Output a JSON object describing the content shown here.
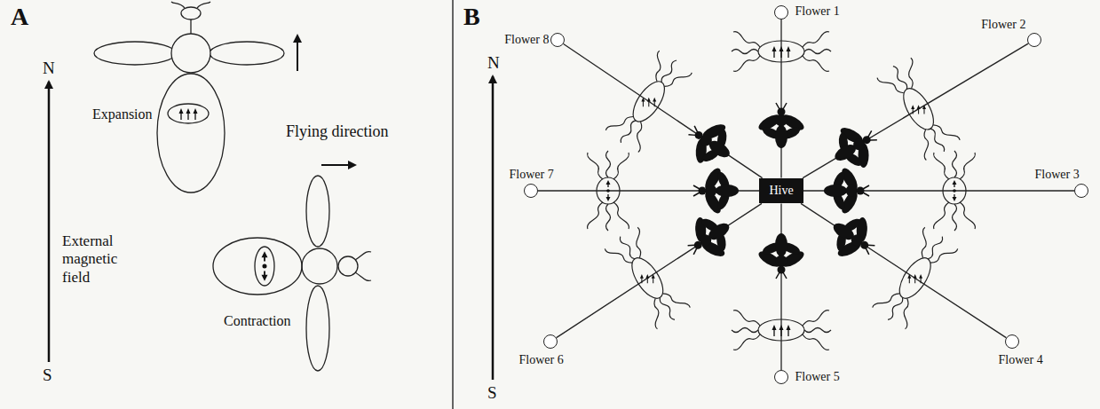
{
  "diagram": {
    "nodes": [
      {
        "text": [
          "Flower 1"
        ]
      },
      {
        "text": [
          "Flower 2"
        ]
      },
      {
        "text": [
          "Flower 3"
        ]
      },
      {
        "text": [
          "Flower 4"
        ]
      },
      {
        "text": [
          "Flower 5"
        ]
      },
      {
        "text": [
          "Flower 6"
        ]
      },
      {
        "text": [
          "Flower 7"
        ]
      },
      {
        "text": [
          "Flower 8"
        ]
      },
      {
        "text": [
          "Hive"
        ]
      }
    ],
    "edges": [
      {
        "from": 8,
        "to": 0,
        "arrow": "none"
      },
      {
        "from": 8,
        "to": 1,
        "arrow": "none"
      },
      {
        "from": 8,
        "to": 2,
        "arrow": "none"
      },
      {
        "from": 8,
        "to": 3,
        "arrow": "none"
      },
      {
        "from": 8,
        "to": 4,
        "arrow": "none"
      },
      {
        "from": 8,
        "to": 5,
        "arrow": "none"
      },
      {
        "from": 8,
        "to": 6,
        "arrow": "none"
      },
      {
        "from": 8,
        "to": 7,
        "arrow": "none"
      }
    ],
    "labels": [
      "A",
      "N",
      "External magnetic field",
      "S",
      "Expansion",
      "Flying direction",
      "Contraction",
      "B",
      "N",
      "S"
    ]
  }
}
